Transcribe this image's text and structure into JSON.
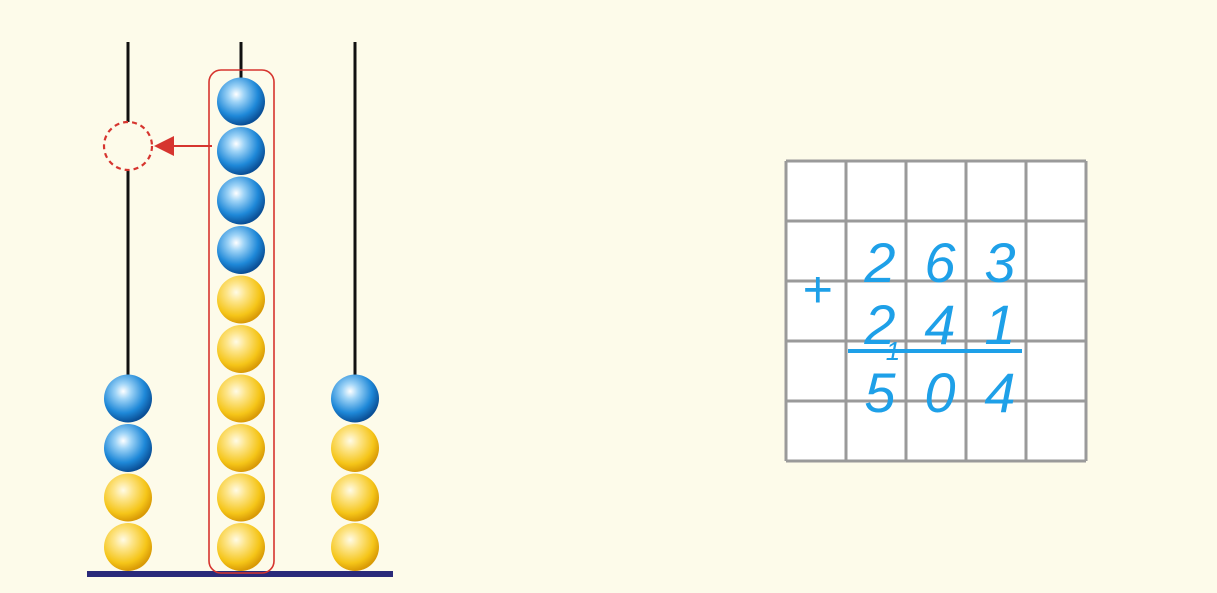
{
  "abacus": {
    "rods": [
      {
        "name": "rod-hundreds",
        "beads": [
          "yellow",
          "yellow",
          "blue",
          "blue"
        ]
      },
      {
        "name": "rod-tens",
        "beads": [
          "yellow",
          "yellow",
          "yellow",
          "yellow",
          "yellow",
          "yellow",
          "blue",
          "blue",
          "blue",
          "blue"
        ],
        "highlighted": true
      },
      {
        "name": "rod-ones",
        "beads": [
          "yellow",
          "yellow",
          "yellow",
          "blue"
        ]
      }
    ],
    "carry_target": "rod-hundreds",
    "carry_source": "rod-tens",
    "colors": {
      "blue_bead": "#1e88d8",
      "yellow_bead": "#f5c518",
      "rod": "#111111",
      "base": "#2a2a7a",
      "highlight": "#d6352f",
      "page_background": "#fdfbea"
    }
  },
  "addition": {
    "operator": "+",
    "addend1": [
      "2",
      "6",
      "3"
    ],
    "addend2": [
      "2",
      "4",
      "1"
    ],
    "sum": [
      "5",
      "0",
      "4"
    ],
    "carry_mark": "1",
    "ink_color": "#1ea0e8",
    "grid": {
      "rows": 5,
      "cols": 5,
      "line_color": "#9a9a9a"
    }
  }
}
